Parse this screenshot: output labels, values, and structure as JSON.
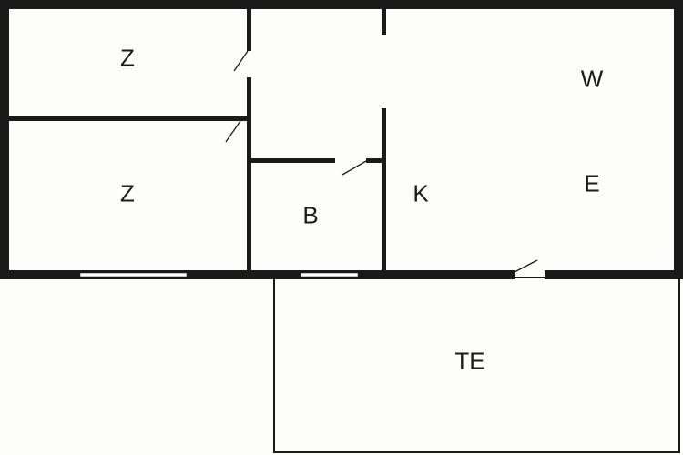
{
  "rooms": [
    {
      "id": "bedroom-1",
      "label": "Z"
    },
    {
      "id": "bedroom-2",
      "label": "Z"
    },
    {
      "id": "living-w",
      "label": "W"
    },
    {
      "id": "living-e",
      "label": "E"
    },
    {
      "id": "kitchen",
      "label": "K"
    },
    {
      "id": "bathroom",
      "label": "B"
    },
    {
      "id": "terrace",
      "label": "TE"
    }
  ],
  "colors": {
    "wall": "#1a1a1a",
    "background": "#fdfdfc"
  }
}
